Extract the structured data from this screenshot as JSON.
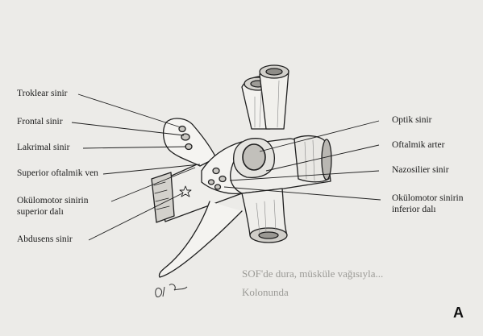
{
  "labels": {
    "left": [
      {
        "id": "troklear",
        "text": "Troklear sinir"
      },
      {
        "id": "frontal",
        "text": "Frontal sinir"
      },
      {
        "id": "lakrimal",
        "text": "Lakrimal sinir"
      },
      {
        "id": "superior-oftalmik-ven",
        "text": "Superior oftalmik ven"
      },
      {
        "id": "okulomotor-superior-1",
        "text": "Okülomotor sinirin"
      },
      {
        "id": "okulomotor-superior-2",
        "text": "superior dalı"
      },
      {
        "id": "abdusens",
        "text": "Abdusens sinir"
      }
    ],
    "right": [
      {
        "id": "optik",
        "text": "Optik sinir"
      },
      {
        "id": "oftalmik-arter",
        "text": "Oftalmik arter"
      },
      {
        "id": "nazosilier",
        "text": "Nazosilier sinir"
      },
      {
        "id": "okulomotor-inferior-1",
        "text": "Okülomotor sinirin"
      },
      {
        "id": "okulomotor-inferior-2",
        "text": "inferior dalı"
      }
    ]
  },
  "panel_letter": "A",
  "bleed_through": [
    "SOF'de dura, müsküle vağısıyla...",
    "Kolonunda"
  ],
  "colors": {
    "ink": "#1f1f1f",
    "paper": "#ecebe8",
    "shade": "#b8b6b1"
  }
}
